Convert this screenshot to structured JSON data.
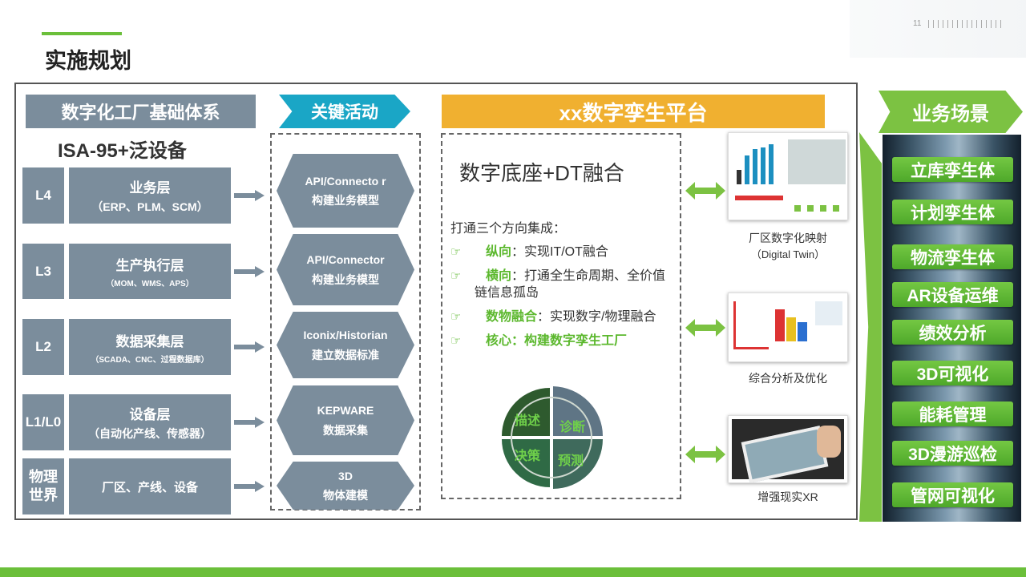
{
  "page": {
    "title": "实施规划",
    "page_number": "11"
  },
  "colors": {
    "accent_green": "#6bbf3a",
    "gray_block": "#7b8d9c",
    "teal": "#1aa6c6",
    "gold": "#f0b030"
  },
  "foundation": {
    "header": "数字化工厂基础体系",
    "subtitle": "ISA-95+泛设备",
    "layers": [
      {
        "level": "L4",
        "name": "业务层",
        "detail": "（ERP、PLM、SCM）"
      },
      {
        "level": "L3",
        "name": "生产执行层",
        "detail": "（MOM、WMS、APS）"
      },
      {
        "level": "L2",
        "name": "数据采集层",
        "detail": "（SCADA、CNC、过程数据库）"
      },
      {
        "level": "L1/L0",
        "name": "设备层",
        "detail": "（自动化产线、传感器）"
      },
      {
        "level": "物理世界",
        "name": "厂区、产线、设备",
        "detail": ""
      }
    ]
  },
  "activities": {
    "header": "关键活动",
    "items": [
      {
        "line1": "API/Connecto r",
        "line2": "构建业务模型"
      },
      {
        "line1": "API/Connector",
        "line2": "构建业务模型"
      },
      {
        "line1": "Iconix/Historian",
        "line2": "建立数据标准"
      },
      {
        "line1": "KEPWARE",
        "line2": "数据采集"
      },
      {
        "line1": "3D",
        "line2": "物体建模"
      }
    ]
  },
  "platform": {
    "header": "xx数字孪生平台",
    "title": "数字底座+DT融合",
    "intro": "打通三个方向集成：",
    "points": [
      {
        "key": "纵向",
        "text": "：实现IT/OT融合"
      },
      {
        "key": "横向",
        "text": "：打通全生命周期、全价值链信息孤岛"
      },
      {
        "key": "数物融合",
        "text": "：实现数字/物理融合"
      },
      {
        "key": "核心",
        "text": "：构建数字孪生工厂"
      }
    ],
    "cycle": [
      "描述",
      "诊断",
      "决策",
      "预测"
    ],
    "outputs": [
      {
        "caption": "厂区数字化映射",
        "sub": "（Digital Twin）"
      },
      {
        "caption": "综合分析及优化",
        "sub": ""
      },
      {
        "caption": "增强现实XR",
        "sub": ""
      }
    ]
  },
  "scenarios": {
    "header": "业务场景",
    "items": [
      "立库孪生体",
      "计划孪生体",
      "物流孪生体",
      "AR设备运维",
      "绩效分析",
      "3D可视化",
      "能耗管理",
      "3D漫游巡检",
      "管网可视化"
    ]
  }
}
